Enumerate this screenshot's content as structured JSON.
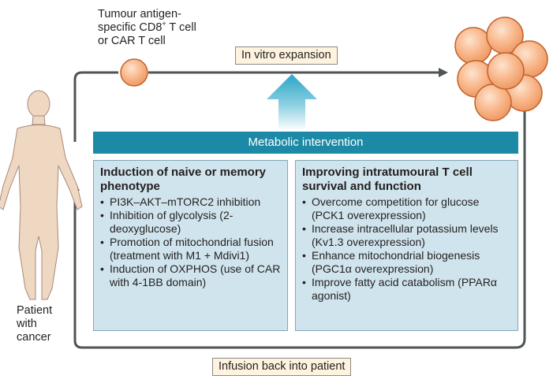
{
  "cell_label": {
    "line1": "Tumour antigen-",
    "line2_pre": "specific CD8",
    "line2_sup": "+",
    "line2_post": " T cell",
    "line3": "or CAR T cell"
  },
  "expansion_label": "In vitro expansion",
  "infusion_label": "Infusion back into patient",
  "intervention_label": "Metabolic intervention",
  "patient_label": [
    "Patient",
    "with",
    "cancer"
  ],
  "left_panel": {
    "title": "Induction of naive or memory phenotype",
    "items": [
      "PI3K–AKT–mTORC2 inhibition",
      "Inhibition of glycolysis (2-deoxyglucose)",
      "Promotion of mitochondrial fusion (treatment with M1 + Mdivi1)",
      "Induction of OXPHOS (use of CAR with 4-1BB domain)"
    ]
  },
  "right_panel": {
    "title": "Improving intratumoural T cell survival and function",
    "items": [
      "Overcome competition for glucose (PCK1 overexpression)",
      "Increase intracellular potassium levels (Kv1.3 overexpression)",
      "Enhance mitochondrial biogenesis (PGC1α overexpression)",
      "Improve fatty acid catabolism (PPARα agonist)"
    ]
  },
  "colors": {
    "cell_fill": "#f7b082",
    "cell_stroke": "#c2642c",
    "bar_fill": "#1c8aa6",
    "panel_fill": "#cfe4ec",
    "tag_fill": "#fdf3df",
    "figure_fill": "#efd8c1",
    "loop_line": "#4f5457"
  }
}
